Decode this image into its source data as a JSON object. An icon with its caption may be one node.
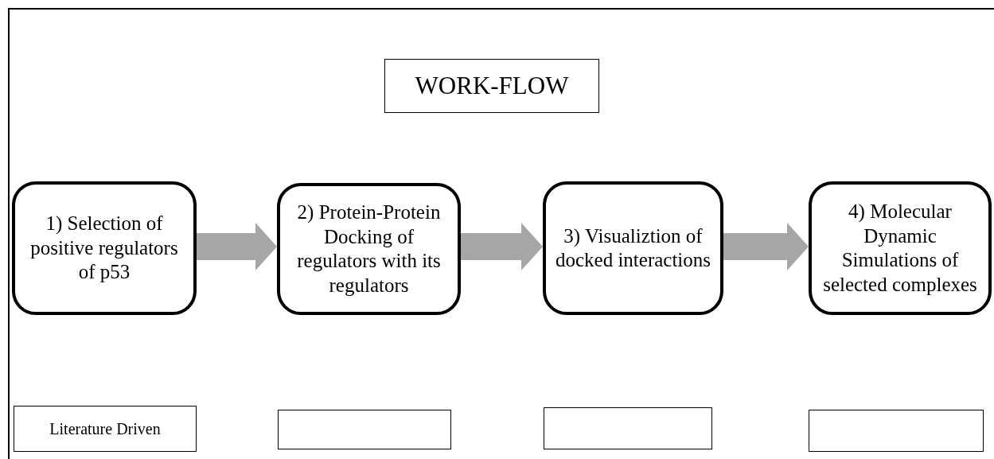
{
  "diagram": {
    "title": "WORK-FLOW",
    "nodes": [
      {
        "text": [
          "1) Selection of positive regulators of p53"
        ]
      },
      {
        "text": [
          "2) Protein-Protein Docking of regulators with its regulators"
        ]
      },
      {
        "text": [
          "3) Visualiztion of docked interactions"
        ]
      },
      {
        "text": [
          "4) Molecular Dynamic Simulations of selected complexes"
        ]
      },
      {
        "text": [
          "Literature Driven"
        ]
      },
      {
        "text": [],
        "shape": "box"
      },
      {
        "text": [],
        "shape": "box"
      },
      {
        "text": [],
        "shape": "box"
      }
    ],
    "edges": [
      {
        "from": 0,
        "to": 1,
        "arrow": "to",
        "style": "thick",
        "color": "#a6a6a6"
      },
      {
        "from": 1,
        "to": 2,
        "arrow": "to",
        "style": "thick",
        "color": "#a6a6a6"
      },
      {
        "from": 2,
        "to": 3,
        "arrow": "to",
        "style": "thick",
        "color": "#a6a6a6"
      }
    ]
  }
}
